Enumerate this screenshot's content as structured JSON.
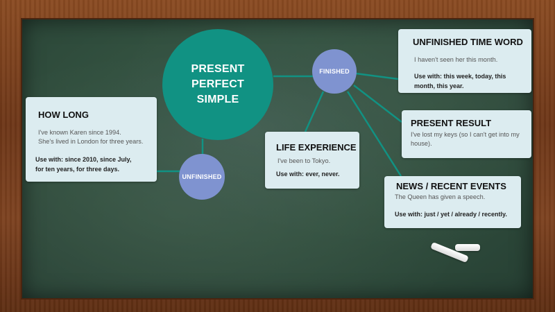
{
  "center": {
    "label": "PRESENT PERFECT SIMPLE",
    "color": "#119283"
  },
  "nodes": {
    "finished": "FINISHED",
    "unfinished": "UNFINISHED",
    "color": "#7f93d0"
  },
  "cards": {
    "how_long": {
      "title": "HOW LONG",
      "example_1": "I've known Karen since 1994.",
      "example_2": "She's lived in London for three years.",
      "use_1": "Use with: since 2010, since July,",
      "use_2": "for ten years, for three days."
    },
    "life_experience": {
      "title": "LIFE EXPERIENCE",
      "example": "I've been to Tokyo.",
      "use": "Use with: ever, never."
    },
    "unfinished_time_word": {
      "title": "UNFINISHED TIME WORD",
      "example": "I haven't seen her this month.",
      "use": "Use with: this week, today, this month, this year."
    },
    "present_result": {
      "title": "PRESENT RESULT",
      "example": "I've lost my keys (so I can't get into my house)."
    },
    "news": {
      "title": "NEWS / RECENT EVENTS",
      "example": "The Queen has given a speech.",
      "use": "Use with: just / yet / already / recently."
    }
  },
  "colors": {
    "connector": "#119283",
    "card_bg": "#dcecf0",
    "board": "#32503f"
  }
}
